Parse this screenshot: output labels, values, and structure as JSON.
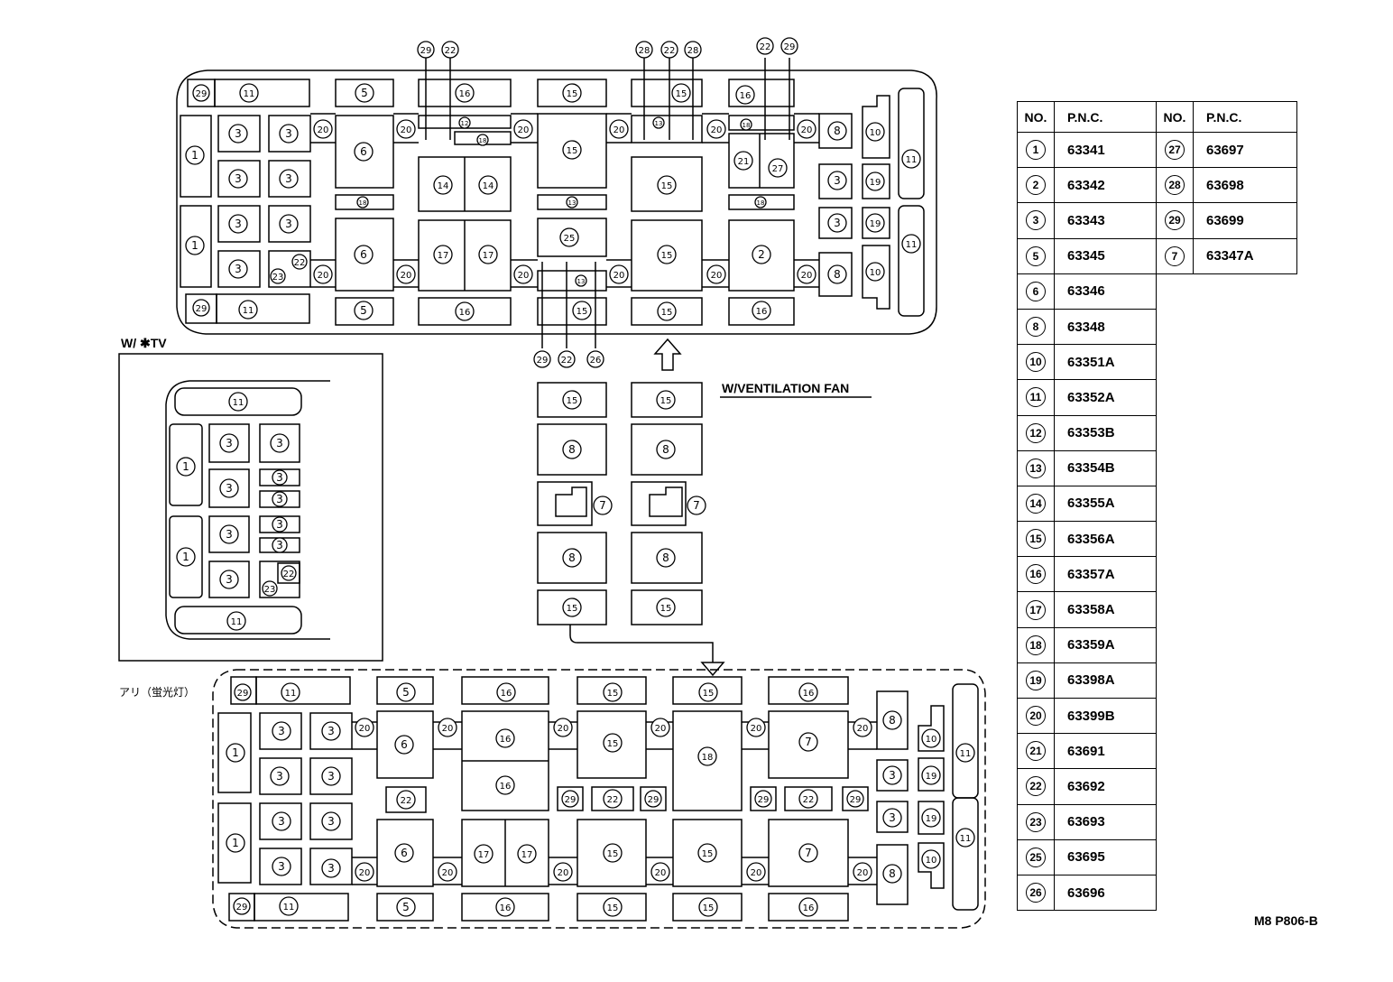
{
  "labels": {
    "tv": "W/ ✱TV",
    "fan": "W/VENTILATION FAN",
    "fluor": "アリ（蛍光灯）",
    "code": "M8 P806-B"
  },
  "table": {
    "headers": {
      "no": "NO.",
      "pnc": "P.N.C."
    },
    "left": [
      {
        "no": "1",
        "pnc": "63341"
      },
      {
        "no": "2",
        "pnc": "63342"
      },
      {
        "no": "3",
        "pnc": "63343"
      },
      {
        "no": "5",
        "pnc": "63345"
      },
      {
        "no": "6",
        "pnc": "63346"
      },
      {
        "no": "8",
        "pnc": "63348"
      },
      {
        "no": "10",
        "pnc": "63351A"
      },
      {
        "no": "11",
        "pnc": "63352A"
      },
      {
        "no": "12",
        "pnc": "63353B"
      },
      {
        "no": "13",
        "pnc": "63354B"
      },
      {
        "no": "14",
        "pnc": "63355A"
      },
      {
        "no": "15",
        "pnc": "63356A"
      },
      {
        "no": "16",
        "pnc": "63357A"
      },
      {
        "no": "17",
        "pnc": "63358A"
      },
      {
        "no": "18",
        "pnc": "63359A"
      },
      {
        "no": "19",
        "pnc": "63398A"
      },
      {
        "no": "20",
        "pnc": "63399B"
      },
      {
        "no": "21",
        "pnc": "63691"
      },
      {
        "no": "22",
        "pnc": "63692"
      },
      {
        "no": "23",
        "pnc": "63693"
      },
      {
        "no": "25",
        "pnc": "63695"
      },
      {
        "no": "26",
        "pnc": "63696"
      }
    ],
    "right": [
      {
        "no": "27",
        "pnc": "63697"
      },
      {
        "no": "28",
        "pnc": "63698"
      },
      {
        "no": "29",
        "pnc": "63699"
      },
      {
        "no": "7",
        "pnc": "63347A"
      }
    ]
  }
}
